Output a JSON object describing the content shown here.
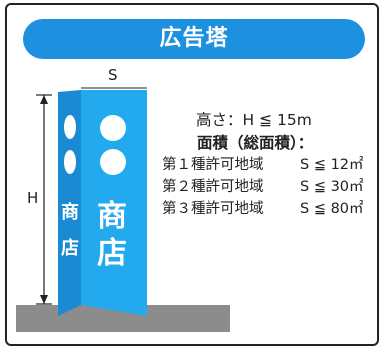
{
  "header": {
    "title": "広告塔"
  },
  "dimension_labels": {
    "width": "S",
    "height": "H"
  },
  "sign": {
    "front_text": [
      "商",
      "店"
    ],
    "side_text": [
      "商",
      "店"
    ]
  },
  "requirements": {
    "height": "高さ：H ≦ 15m",
    "area_heading": "面積（総面積）：",
    "zones": [
      {
        "zone": "第１種許可地域",
        "limit": "S ≦ 12㎡"
      },
      {
        "zone": "第２種許可地域",
        "limit": "S ≦ 30㎡"
      },
      {
        "zone": "第３種許可地域",
        "limit": "S ≦ 80㎡"
      }
    ]
  },
  "colors": {
    "accent": "#1d90df",
    "sign_front": "#23aaee",
    "sign_side": "#1a8ad2",
    "ground": "#8c8c8c"
  }
}
